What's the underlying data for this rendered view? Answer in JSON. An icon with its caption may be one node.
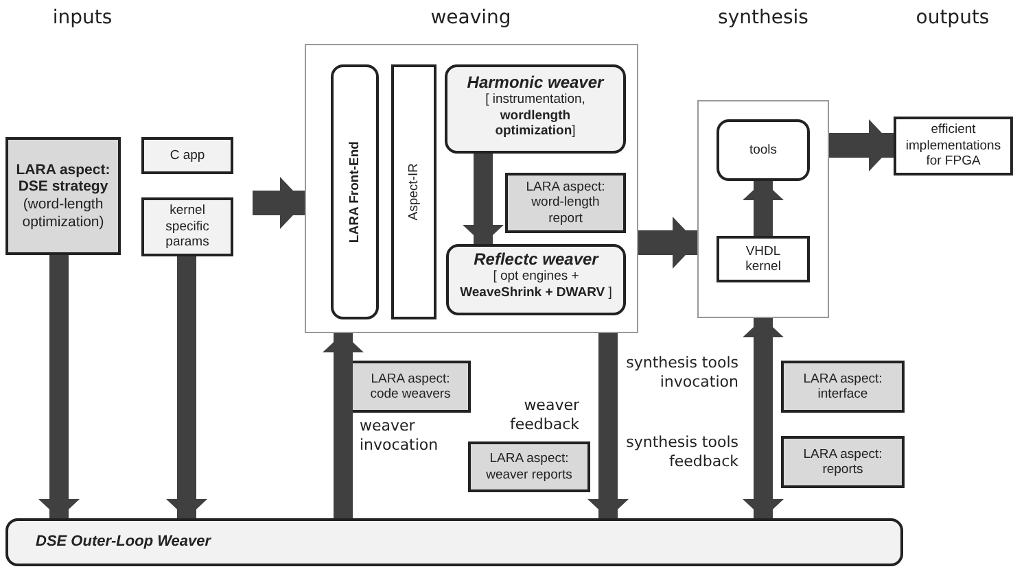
{
  "diagram": {
    "nodes": [
      {
        "text": [
          "LARA aspect: DSE strategy",
          "(word-length optimization)"
        ]
      },
      {
        "text": [
          "C app"
        ]
      },
      {
        "text": [
          "kernel specific params"
        ]
      },
      {
        "text": [],
        "shape": "box"
      },
      {
        "text": [
          "LARA Front-End"
        ],
        "in": 3
      },
      {
        "text": [
          "Aspect-IR"
        ],
        "in": 3
      },
      {
        "text": [
          "Harmonic weaver",
          "[ instrumentation, **wordlength optimization**]"
        ],
        "in": 3
      },
      {
        "text": [
          "LARA aspect: word-length report"
        ],
        "in": 3
      },
      {
        "text": [
          "Reflectc weaver",
          "[ opt engines + **WeaveShrink + DWARV** ]"
        ],
        "in": 3
      },
      {
        "text": [],
        "shape": "box"
      },
      {
        "text": [
          "tools"
        ],
        "in": 9
      },
      {
        "text": [
          "VHDL kernel"
        ],
        "in": 9
      },
      {
        "text": [
          "efficient implementations for FPGA"
        ]
      },
      {
        "text": [
          "LARA aspect: code weavers"
        ]
      },
      {
        "text": [
          "LARA aspect: weaver reports"
        ]
      },
      {
        "text": [
          "LARA aspect: interface"
        ]
      },
      {
        "text": [
          "LARA aspect: reports"
        ]
      },
      {
        "text": [
          "DSE Outer-Loop Weaver"
        ]
      }
    ],
    "edges": [
      {
        "from": 0,
        "to": 17,
        "arrow": "to"
      },
      {
        "from": 2,
        "to": 17,
        "arrow": "to"
      },
      {
        "from": null,
        "to": 3,
        "arrow": "to"
      },
      {
        "from": 6,
        "to": 8,
        "arrow": "to"
      },
      {
        "from": 3,
        "to": 9,
        "arrow": "to"
      },
      {
        "from": 9,
        "to": 12,
        "arrow": "to"
      },
      {
        "from": 11,
        "to": 10,
        "arrow": "to"
      },
      {
        "from": 17,
        "to": 3,
        "arrow": "to"
      },
      {
        "from": 3,
        "to": 17,
        "arrow": "to"
      },
      {
        "from": 9,
        "to": 17,
        "arrow": "both"
      }
    ],
    "labels": [
      "inputs",
      "weaving",
      "synthesis",
      "outputs",
      "weaver invocation",
      "weaver feedback",
      "synthesis tools invocation",
      "synthesis tools feedback"
    ]
  }
}
